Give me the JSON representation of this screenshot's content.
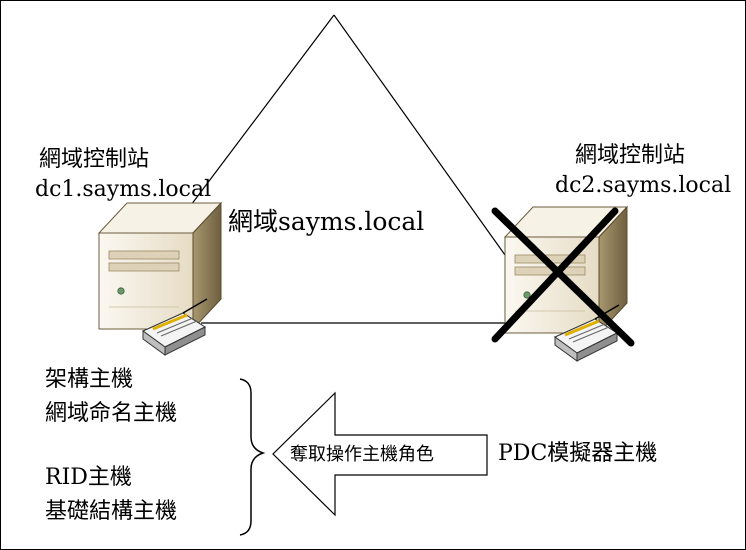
{
  "domain_label": "網域sayms.local",
  "dc1": {
    "role": "網域控制站",
    "hostname": "dc1.sayms.local"
  },
  "dc2": {
    "role": "網域控制站",
    "hostname": "dc2.sayms.local",
    "status": "failed"
  },
  "roles": [
    "架構主機",
    "網域命名主機",
    "RID主機",
    "基礎結構主機"
  ],
  "seize_arrow_label": "奪取操作主機角色",
  "pdc_role": "PDC模擬器主機",
  "icons": [
    "server-icon",
    "network-adapter-icon",
    "failed-x-icon",
    "curly-brace-icon",
    "left-arrow-icon"
  ],
  "colors": {
    "server_body": "#f3ede0",
    "server_side": "#8c7a55",
    "stroke": "#000000"
  }
}
